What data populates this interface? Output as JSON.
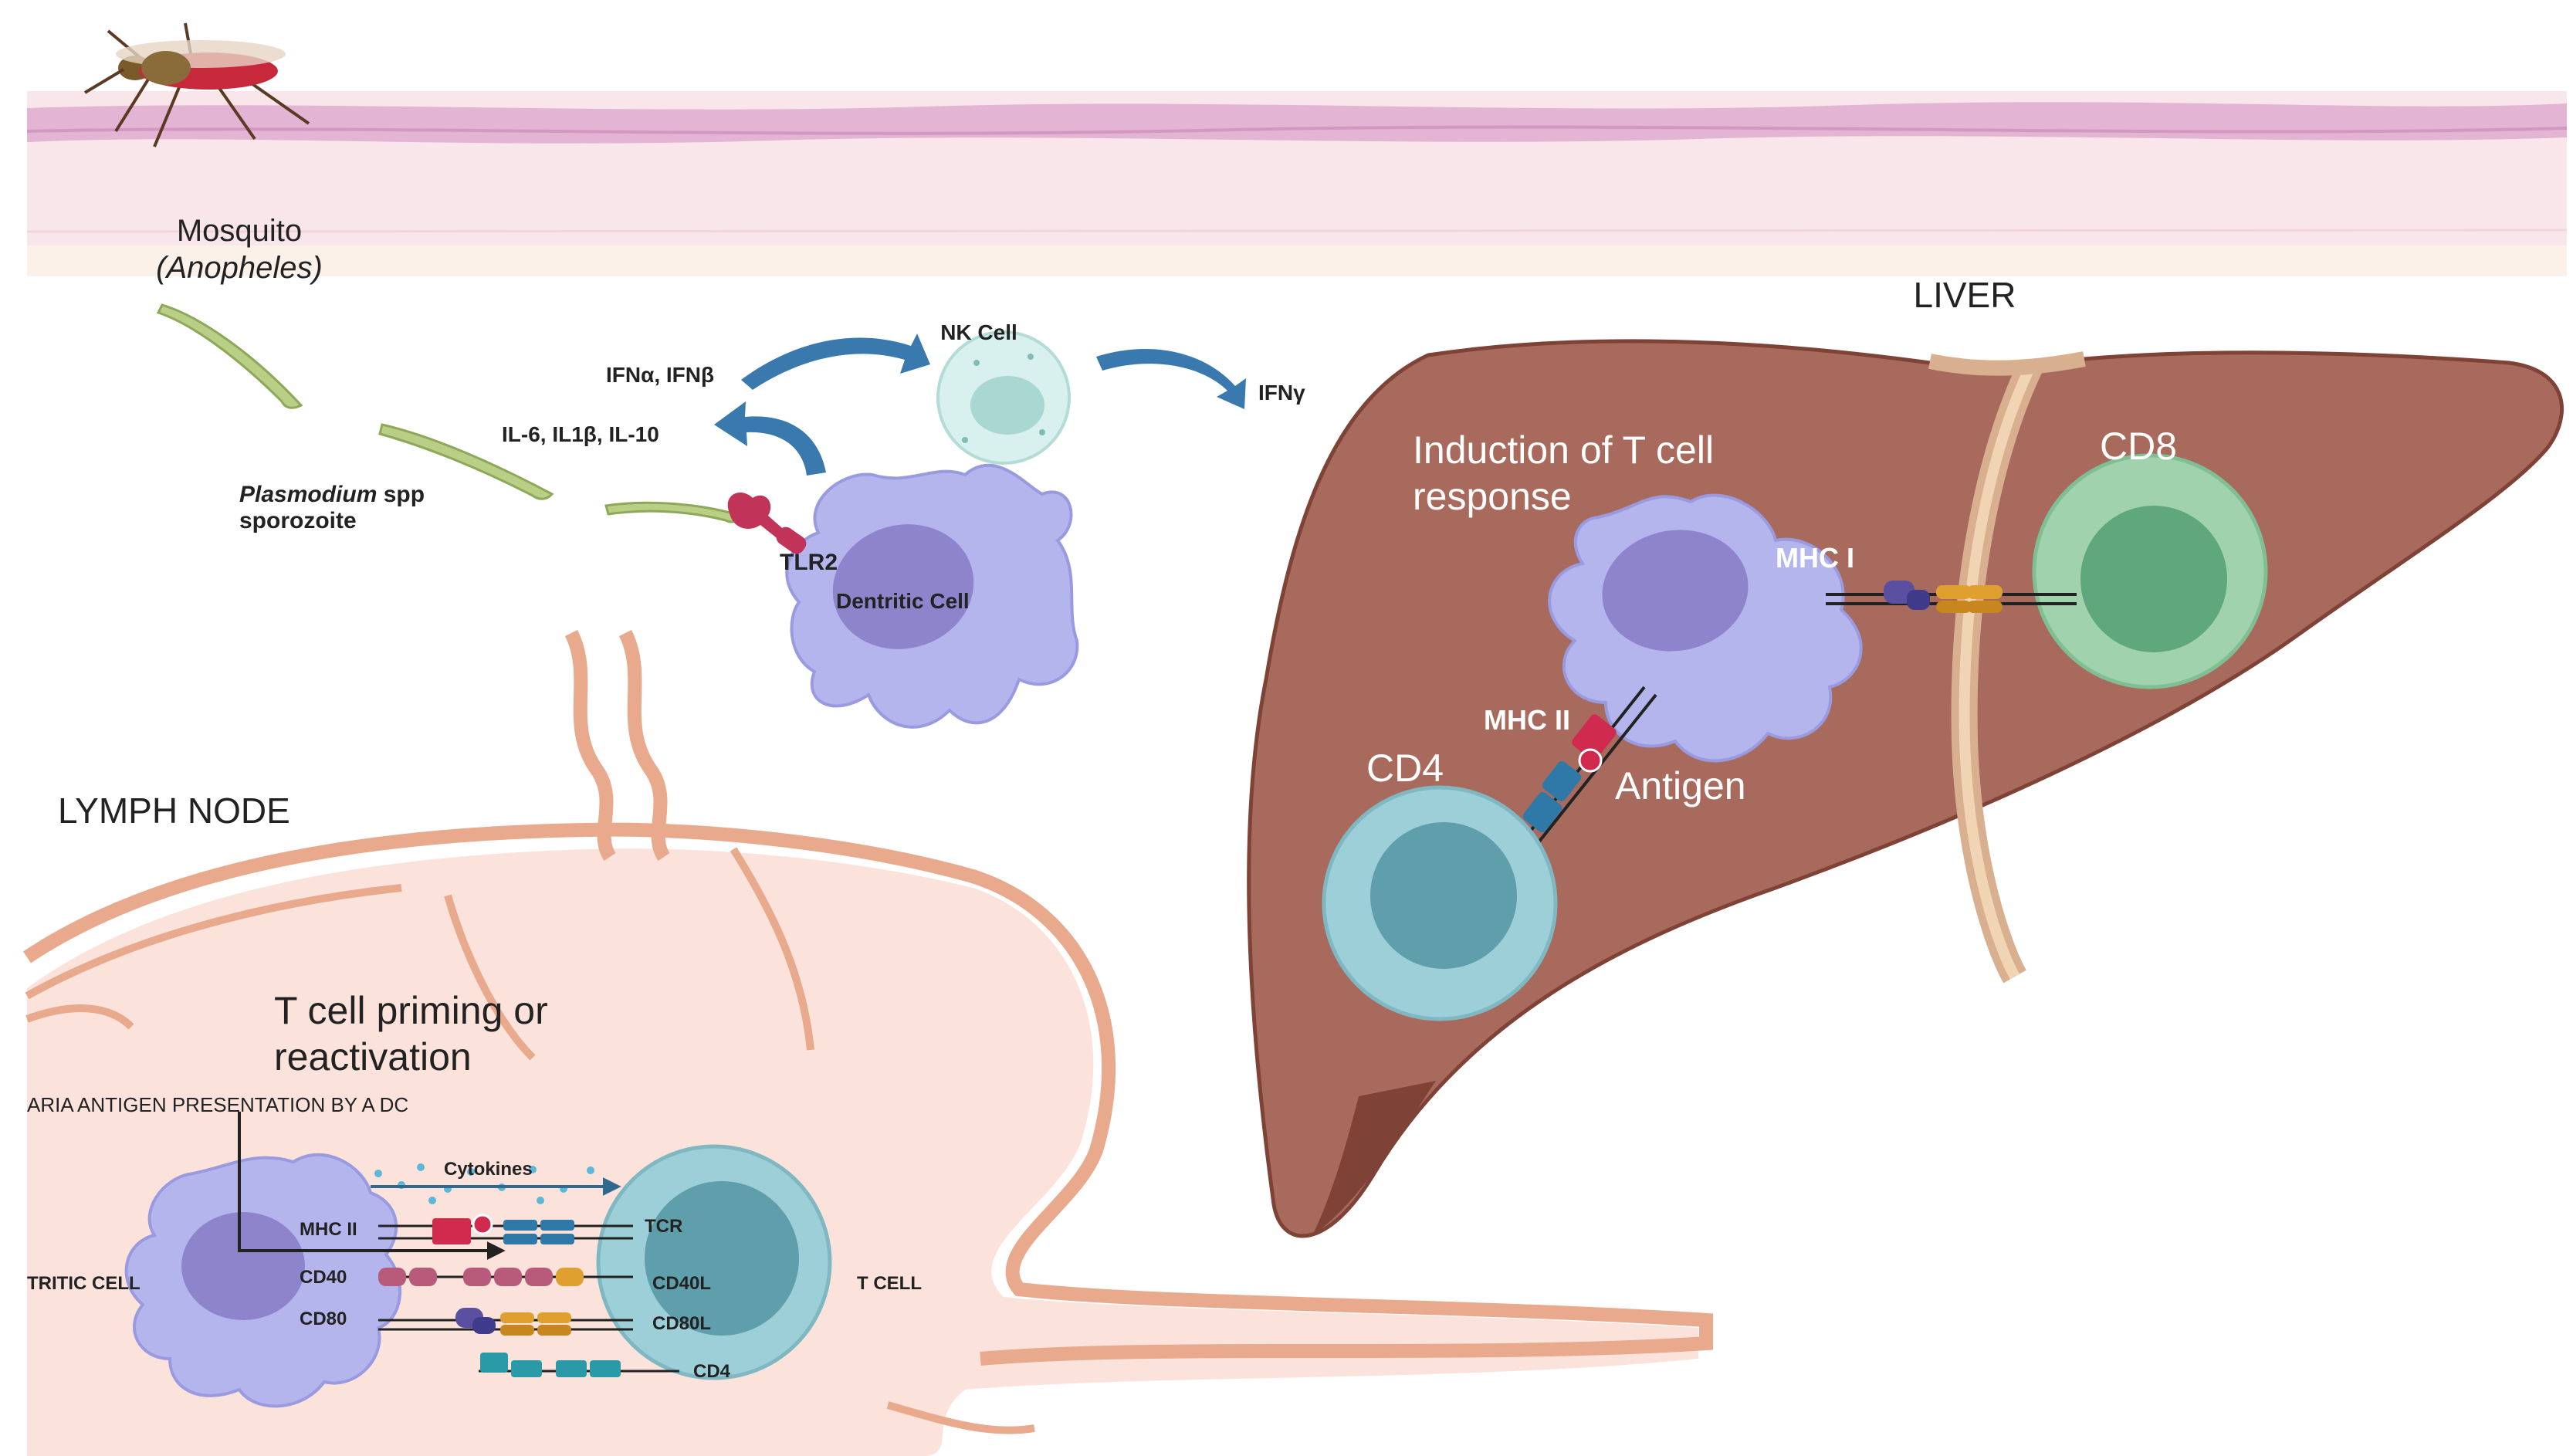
{
  "skin": {
    "mosquito_label": "Mosquito",
    "mosquito_species": "(Anopheles)",
    "sporozoite_genus": "Plasmodium",
    "sporozoite_suffix": " spp",
    "sporozoite_line2": "sporozoite"
  },
  "innate": {
    "nk_cell": "NK Cell",
    "ifn_ab": "IFNα, IFNβ",
    "interleukins": "IL-6, IL1β, IL-10",
    "ifn_g": "IFNγ",
    "tlr2": "TLR2",
    "dendritic_cell": "Dentritic Cell"
  },
  "liver": {
    "title": "LIVER",
    "induction_line1": "Induction of T cell",
    "induction_line2": "response",
    "cd8": "CD8",
    "mhc1": "MHC I",
    "mhc2": "MHC II",
    "antigen": "Antigen",
    "cd4": "CD4"
  },
  "lymph": {
    "title": "LYMPH NODE",
    "priming_line1": "T cell priming or",
    "priming_line2": "reactivation",
    "presentation_caption": "ARIA ANTIGEN PRESENTATION BY A DC",
    "cytokines": "Cytokines",
    "dc_label": "TRITIC CELL",
    "t_cell_label": "T CELL",
    "mhc2": "MHC II",
    "tcr": "TCR",
    "cd40": "CD40",
    "cd40l": "CD40L",
    "cd80": "CD80",
    "cd80l": "CD80L",
    "cd4": "CD4"
  },
  "colors": {
    "skin_top": "#e3b4d3",
    "skin_body": "#f6e2e6",
    "liver": "#a86a5c",
    "liver_dark": "#7e4236",
    "dc_purple": "#b5b5ee",
    "dc_nucleus": "#8e84cc",
    "cd8_green": "#9fd2ad",
    "cd4_blue": "#9ccfd8",
    "lymph_orange": "#e8a98c",
    "lymph_fill": "#fbe3db",
    "mhc_red": "#d12a4f",
    "tcr_blue": "#2f79a8",
    "costim_orange": "#e0a030"
  }
}
